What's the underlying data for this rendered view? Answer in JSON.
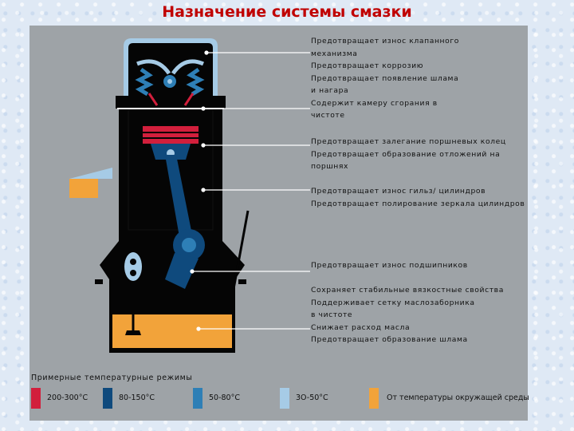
{
  "title": "Назначение системы смазки",
  "labels": [
    {
      "text": "Предотвращает износ клапанного\nмеханизма\nПредотвращает коррозию\nПредотвращает появление шлама\nи нагара\nСодержит камеру сгорания в\nчистоте"
    },
    {
      "text": "Предотвращает залегание поршневых колец\nПредотвращает образование отложений на поршнях"
    },
    {
      "text": "Предотвращает износ гильз/ цилиндров\nПредотвращает полирование зеркала цилиндров"
    },
    {
      "text": "Предотвращает износ подшипников"
    },
    {
      "text": "Сохраняет стабильные вязкостные свойства\nПоддерживает сетку маслозаборника\nв чистоте\nСнижает расход масла\nПредотвращает образование шлама"
    }
  ],
  "legend": {
    "title": "Примерные температурные режимы",
    "items": [
      {
        "label": "200-300°C",
        "color": "#d21f3c"
      },
      {
        "label": "80-150°C",
        "color": "#0f4a7d"
      },
      {
        "label": "50-80°C",
        "color": "#2e7fb6"
      },
      {
        "label": "3O-50°C",
        "color": "#a6cbe6"
      },
      {
        "label": "От температуры окружащей среды",
        "color": "#f2a33a"
      }
    ]
  },
  "colors": {
    "engine_body": "#050505",
    "panel": "#9ea3a7",
    "title": "#c00000"
  }
}
